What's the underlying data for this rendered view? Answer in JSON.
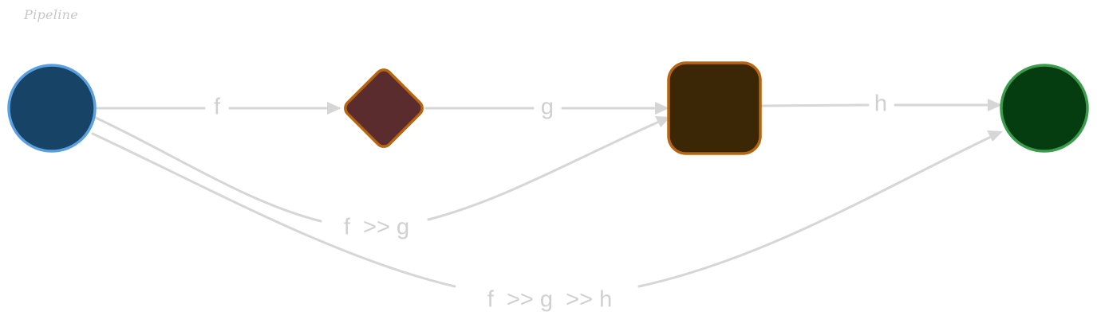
{
  "title": "Pipeline",
  "edges": {
    "f": "f",
    "g": "g",
    "h": "h",
    "fg": "f  >> g",
    "fgh": "f  >> g  >> h"
  },
  "colors": {
    "edge": "#d6d6d6",
    "edge_label": "#d0d0d0",
    "start_fill": "#164366",
    "start_stroke": "#5aa0e0",
    "diamond_fill": "#5b2c2e",
    "diamond_stroke": "#b8650f",
    "square_fill": "#3b2605",
    "square_stroke": "#b8650f",
    "end_fill": "#053d10",
    "end_stroke": "#3b9c4c"
  }
}
